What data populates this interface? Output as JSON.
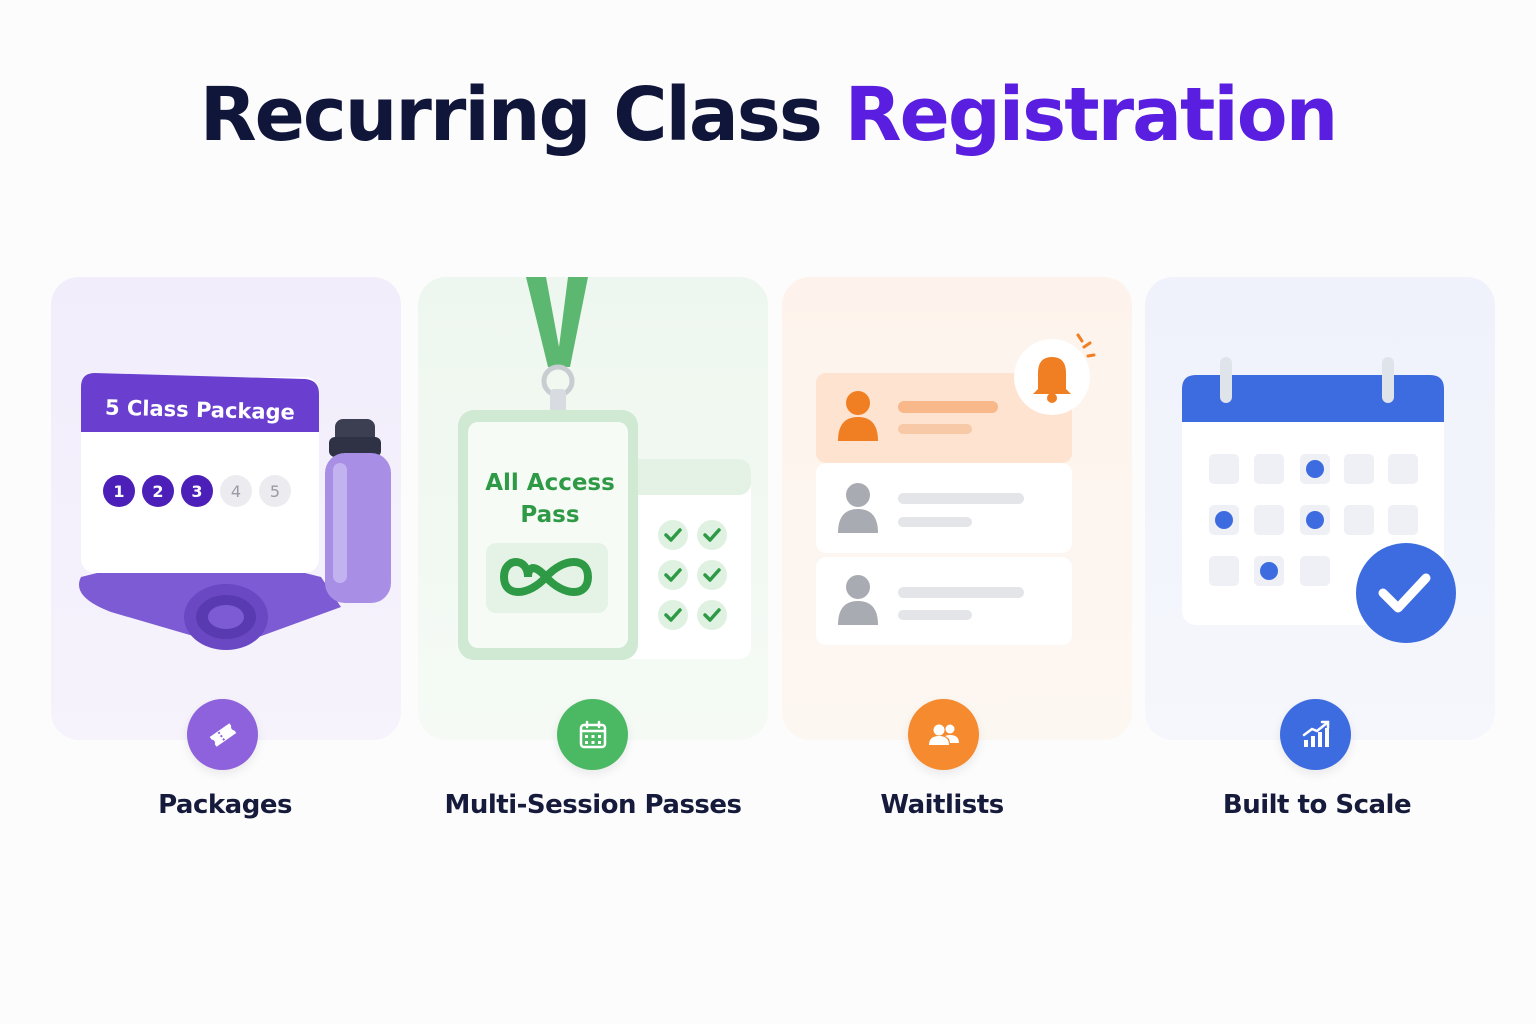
{
  "title": {
    "main": "Recurring Class ",
    "accent": "Registration"
  },
  "colors": {
    "dark": "#10153a",
    "accent": "#5a1ee0",
    "purple": "#7b52d6",
    "green": "#3aaa52",
    "orange": "#f58a2f",
    "blue": "#3d6ce0"
  },
  "features": [
    {
      "label": "Packages",
      "icon": "ticket-icon",
      "card": {
        "header": "5 Class Package",
        "sessions": [
          {
            "n": "1",
            "filled": true
          },
          {
            "n": "2",
            "filled": true
          },
          {
            "n": "3",
            "filled": true
          },
          {
            "n": "4",
            "filled": false
          },
          {
            "n": "5",
            "filled": false
          }
        ]
      }
    },
    {
      "label": "Multi-Session Passes",
      "icon": "calendar-icon",
      "card": {
        "pass_line1": "All Access",
        "pass_line2": "Pass",
        "symbol": "infinity-icon"
      }
    },
    {
      "label": "Waitlists",
      "icon": "people-icon",
      "card": {
        "notification": "bell-icon",
        "entries": 3
      }
    },
    {
      "label": "Built to Scale",
      "icon": "growth-chart-icon",
      "card": {
        "calendar": "calendar-icon",
        "status": "check-icon"
      }
    }
  ]
}
